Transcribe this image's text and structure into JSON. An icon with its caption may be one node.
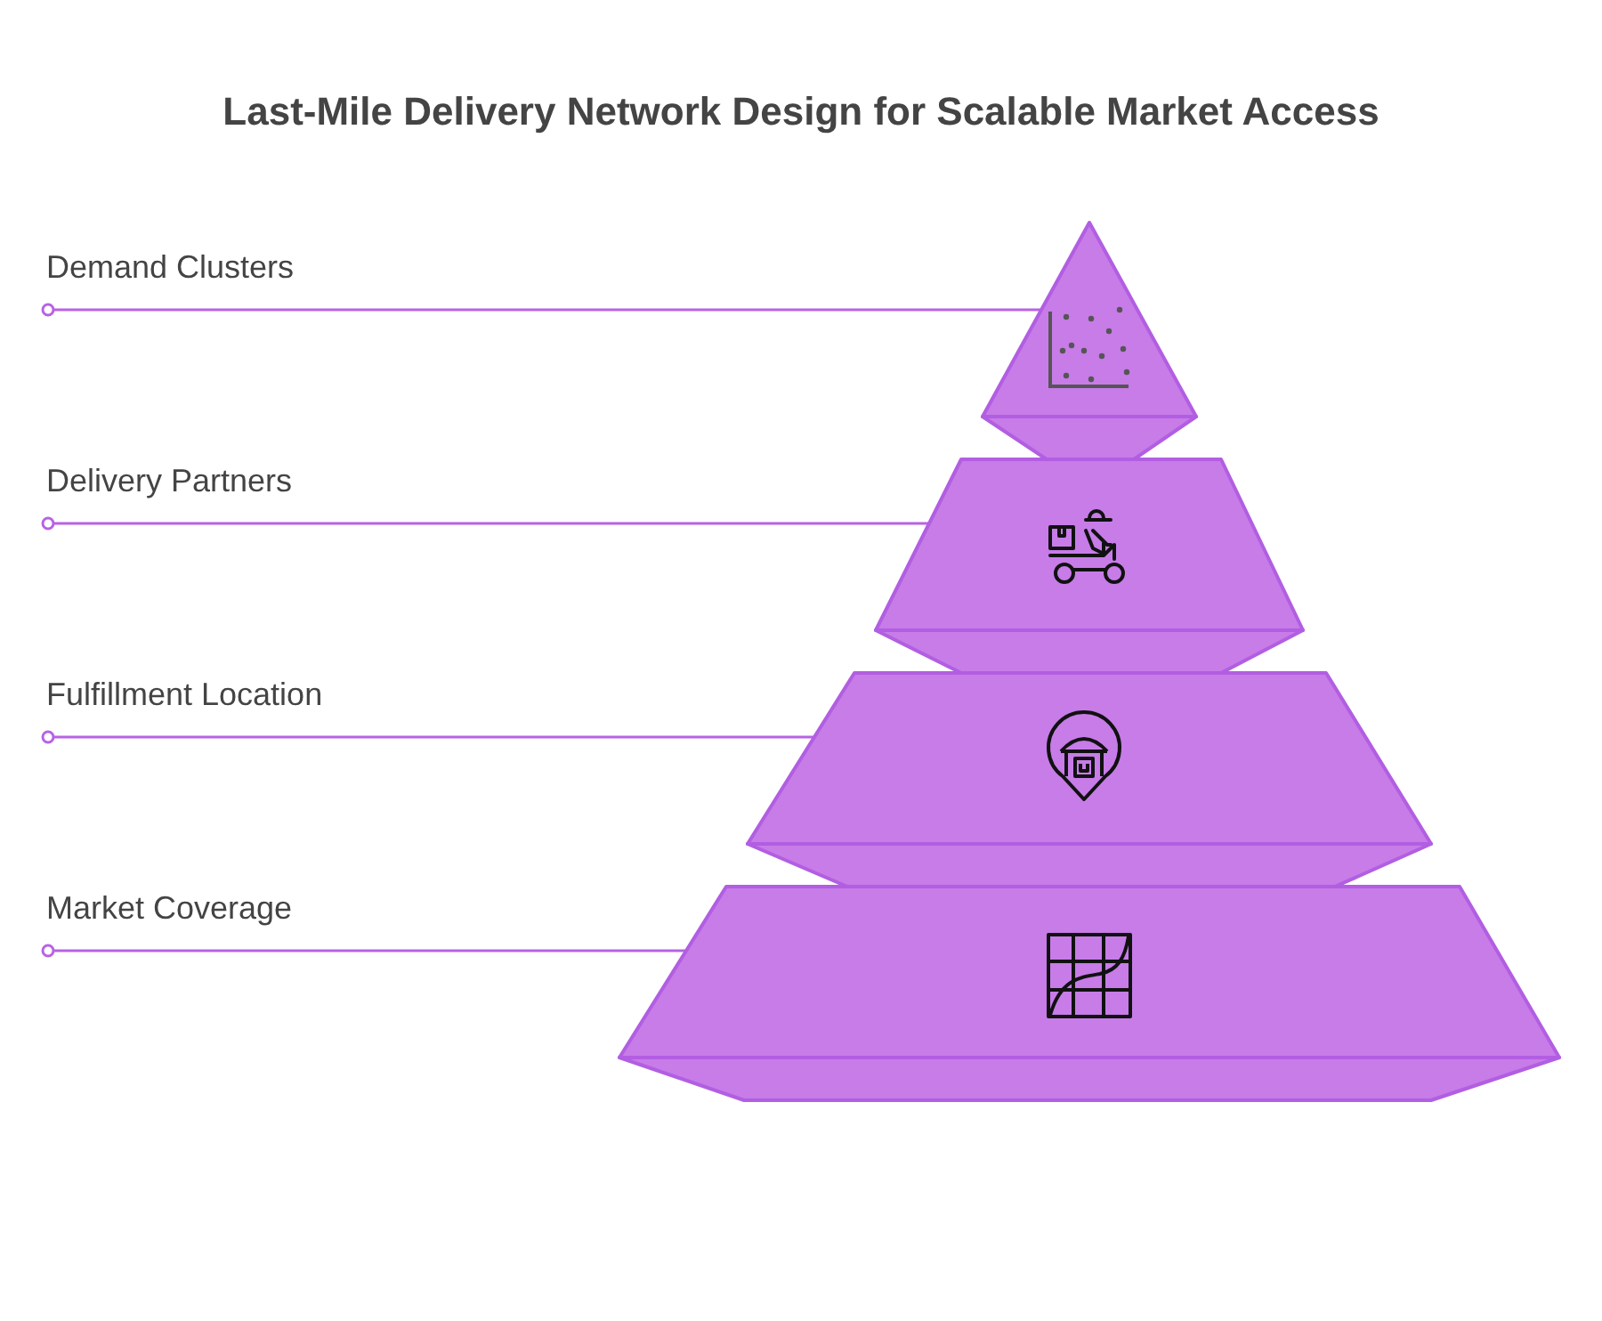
{
  "diagram": {
    "title": "Last-Mile Delivery Network Design for Scalable Market Access",
    "nodes": [
      {
        "text": [
          "Demand Clusters"
        ]
      },
      {
        "text": [
          "Delivery Partners"
        ]
      },
      {
        "text": [
          "Fulfillment Location"
        ]
      },
      {
        "text": [
          "Market Coverage"
        ]
      },
      {
        "text": [],
        "shape": "triangle"
      },
      {
        "text": [],
        "shape": "trapezoid"
      },
      {
        "text": [],
        "shape": "trapezoid"
      },
      {
        "text": [],
        "shape": "trapezoid"
      }
    ],
    "edges": [
      {
        "from": 0,
        "to": 4,
        "arrow": "other"
      },
      {
        "from": 1,
        "to": 5,
        "arrow": "other"
      },
      {
        "from": 2,
        "to": 6,
        "arrow": "other"
      },
      {
        "from": 3,
        "to": 7,
        "arrow": "other"
      }
    ]
  }
}
